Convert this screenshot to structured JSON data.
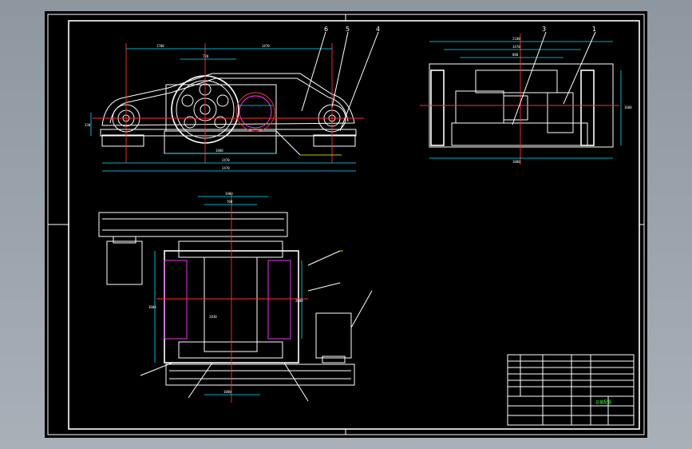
{
  "colors": {
    "background": "#000000",
    "outline": "#ffffff",
    "dimension": "#00e5ff",
    "hidden": "#ff40ff",
    "center": "#ff3030",
    "title_text": "#40ff40"
  },
  "balloons": [
    "6",
    "5",
    "4",
    "3",
    "1"
  ],
  "front_view": {
    "dims": [
      "1700",
      "720",
      "1470",
      "2470",
      "2470",
      "1880",
      "330"
    ]
  },
  "side_view": {
    "dims": [
      "2100",
      "1470",
      "880",
      "1600",
      "1080"
    ]
  },
  "plan_view": {
    "dims": [
      "1900",
      "700",
      "3000",
      "2800",
      "1080",
      "2830"
    ]
  },
  "title_block": {
    "drawing_title": "总装配图"
  }
}
